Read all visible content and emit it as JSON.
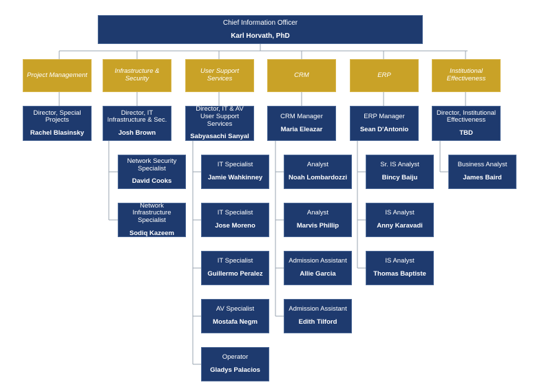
{
  "ceo": {
    "title": "Chief Information Officer",
    "name": "Karl Horvath, PhD"
  },
  "departments": [
    {
      "label": "Project Management"
    },
    {
      "label": "Infrastructure & Security"
    },
    {
      "label": "User Support Services"
    },
    {
      "label": "CRM"
    },
    {
      "label": "ERP"
    },
    {
      "label": "Institutional Effectiveness"
    }
  ],
  "directors": [
    {
      "title": "Director, Special Projects",
      "name": "Rachel Blasinsky"
    },
    {
      "title": "Director, IT Infrastructure & Sec.",
      "name": "Josh Brown"
    },
    {
      "title": "Director, IT & AV User Support Services",
      "name": "Sabyasachi Sanyal"
    },
    {
      "title": "CRM Manager",
      "name": "Maria Eleazar"
    },
    {
      "title": "ERP Manager",
      "name": "Sean D'Antonio"
    },
    {
      "title": "Director, Institutional Effectiveness",
      "name": "TBD"
    }
  ],
  "infrastructure_staff": [
    {
      "title": "Network Security Specialist",
      "name": "David Cooks"
    },
    {
      "title": "Network Infrastructure Specialist",
      "name": "Sodiq Kazeem"
    }
  ],
  "support_staff": [
    {
      "title": "IT Specialist",
      "name": "Jamie Wahkinney"
    },
    {
      "title": "IT Specialist",
      "name": "Jose Moreno"
    },
    {
      "title": "IT Specialist",
      "name": "Guillermo Peralez"
    },
    {
      "title": "AV Specialist",
      "name": "Mostafa Negm"
    },
    {
      "title": "Operator",
      "name": "Gladys Palacios"
    }
  ],
  "crm_staff": [
    {
      "title": "Analyst",
      "name": "Noah Lombardozzi"
    },
    {
      "title": "Analyst",
      "name": "Marvis Phillip"
    },
    {
      "title": "Admission Assistant",
      "name": "Allie Garcia"
    },
    {
      "title": "Admission Assistant",
      "name": "Edith Tilford"
    }
  ],
  "erp_staff": [
    {
      "title": "Sr. IS Analyst",
      "name": "Bincy Baiju"
    },
    {
      "title": "IS Analyst",
      "name": "Anny Karavadi"
    },
    {
      "title": "IS Analyst",
      "name": "Thomas Baptiste"
    }
  ],
  "ie_staff": [
    {
      "title": "Business Analyst",
      "name": "James Baird"
    }
  ],
  "colors": {
    "navy": "#1e3a6e",
    "gold": "#c9a227",
    "connector": "#9aa4b2"
  }
}
